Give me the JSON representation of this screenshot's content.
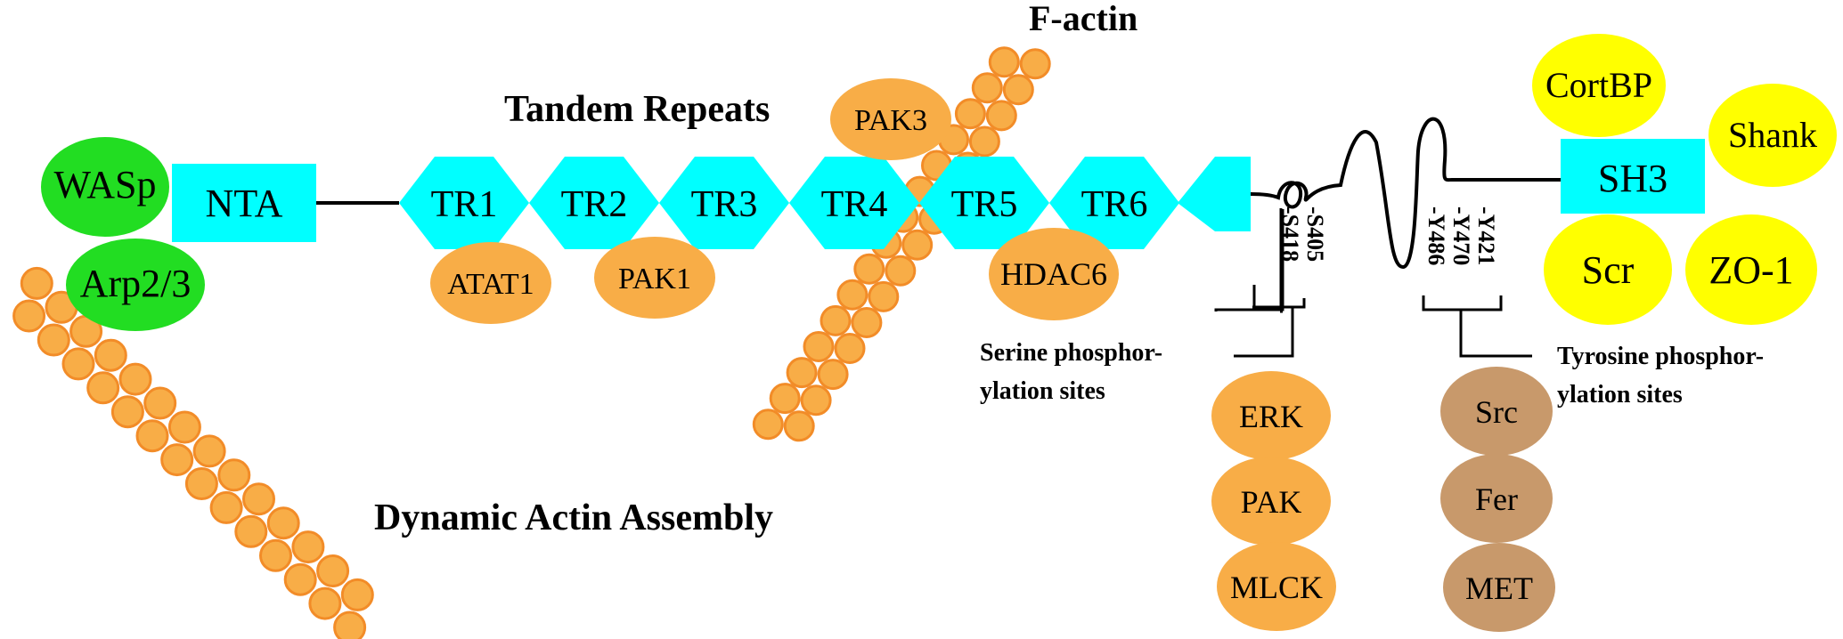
{
  "colors": {
    "cyan": "#00FFFF",
    "green": "#22DD22",
    "orange": "#F8AD47",
    "orange_stroke": "#F28C28",
    "yellow": "#FFFF00",
    "brown": "#C8996B",
    "line": "#000000"
  },
  "titles": {
    "f_actin": "F-actin",
    "tandem_repeats": "Tandem Repeats",
    "dynamic_actin": "Dynamic Actin Assembly"
  },
  "domains": {
    "nta": "NTA",
    "sh3": "SH3",
    "repeats": [
      "TR1",
      "TR2",
      "TR3",
      "TR4",
      "TR5",
      "TR6"
    ]
  },
  "proteins": {
    "wasp": "WASp",
    "arp23": "Arp2/3",
    "pak3": "PAK3",
    "atat1": "ATAT1",
    "pak1": "PAK1",
    "hdac6": "HDAC6",
    "cortbp": "CortBP",
    "shank": "Shank",
    "scr": "Scr",
    "zo1": "ZO-1",
    "erk": "ERK",
    "pak": "PAK",
    "mlck": "MLCK",
    "src": "Src",
    "fer": "Fer",
    "met": "MET"
  },
  "sites": {
    "s405": "-S405",
    "s418": "-S418",
    "y421": "-Y421",
    "y470": "-Y470",
    "y486": "-Y486",
    "serine_line1": "Serine phosphor-",
    "serine_line2": "ylation sites",
    "tyrosine_line1": "Tyrosine phosphor-",
    "tyrosine_line2": "ylation sites"
  }
}
